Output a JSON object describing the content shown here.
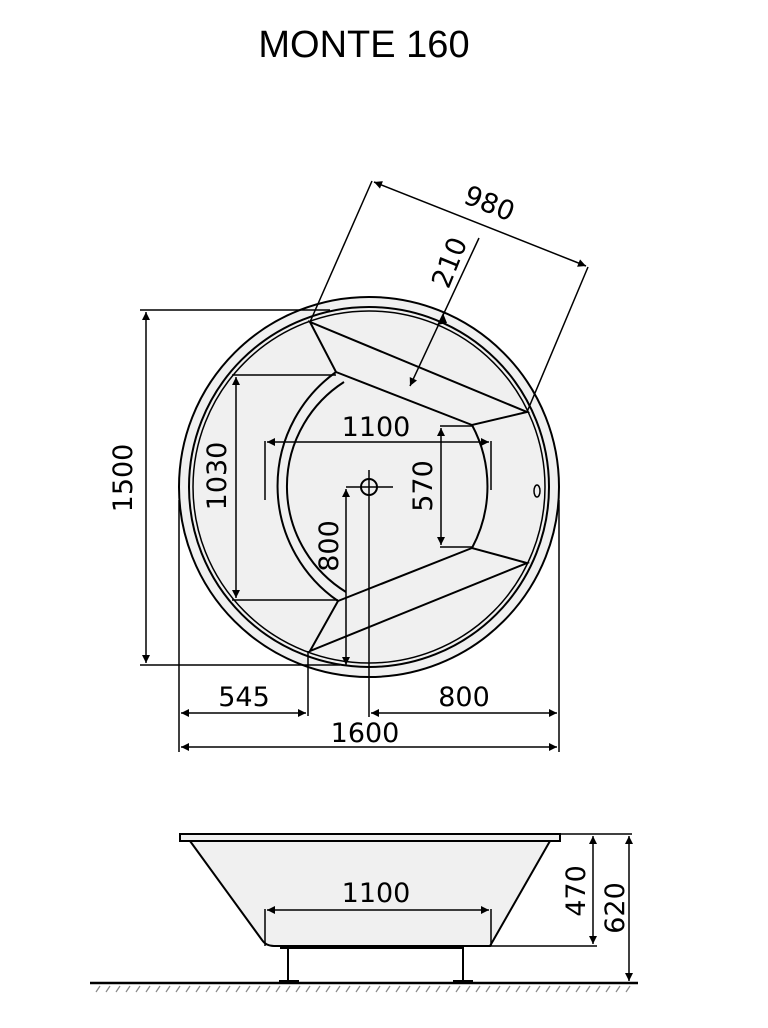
{
  "title": "MONTE 160",
  "colors": {
    "line": "#000000",
    "tub_fill": "#f0f0f0",
    "background": "#ffffff",
    "hatch": "#888888"
  },
  "top_view": {
    "dimensions": {
      "seat_width": "980",
      "seat_depth": "210",
      "overall_depth": "1500",
      "inner_height": "1030",
      "basin_width": "1100",
      "basin_narrow_height": "570",
      "drain_offset_vertical": "800",
      "left_offset": "545",
      "right_offset": "800",
      "overall_width": "1600"
    },
    "features": [
      "drain-center-mark",
      "overflow-hole",
      "upper-seat",
      "lower-seat"
    ]
  },
  "side_view": {
    "dimensions": {
      "bottom_width": "1100",
      "basin_depth": "470",
      "total_height": "620"
    },
    "features": [
      "rim",
      "basin",
      "support-legs",
      "floor-hatch"
    ]
  }
}
